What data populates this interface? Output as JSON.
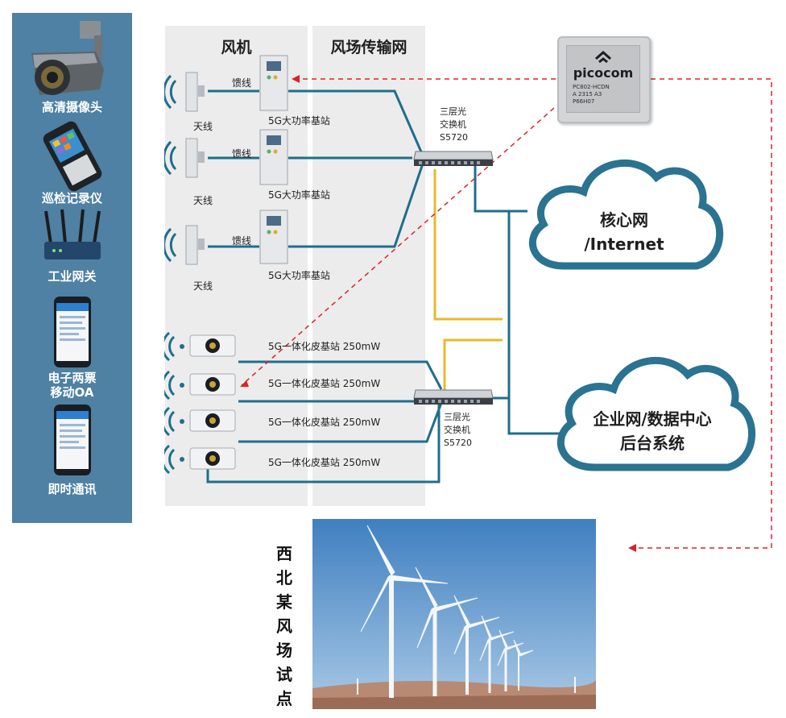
{
  "devices": [
    {
      "label": "高清摄像头",
      "icon": "camera-icon"
    },
    {
      "label": "巡检记录仪",
      "icon": "handheld-recorder-icon"
    },
    {
      "label": "工业网关",
      "icon": "router-icon"
    },
    {
      "label": "电子两票\n移动OA",
      "icon": "smartphone-icon"
    },
    {
      "label": "即时通讯",
      "icon": "smartphone-icon"
    }
  ],
  "columns": {
    "turbine": "风机",
    "transport": "风场传输网"
  },
  "macro_rows": [
    {
      "antenna": "天线",
      "feeder": "馈线",
      "station": "5G大功率基站"
    },
    {
      "antenna": "天线",
      "feeder": "馈线",
      "station": "5G大功率基站"
    },
    {
      "antenna": "天线",
      "feeder": "馈线",
      "station": "5G大功率基站"
    }
  ],
  "pico_rows": [
    {
      "station": "5G一体化皮基站 250mW"
    },
    {
      "station": "5G一体化皮基站 250mW"
    },
    {
      "station": "5G一体化皮基站 250mW"
    },
    {
      "station": "5G一体化皮基站 250mW"
    }
  ],
  "switch_top": {
    "line1": "三层光",
    "line2": "交换机",
    "line3": "S5720"
  },
  "switch_bottom": {
    "line1": "三层光",
    "line2": "交换机",
    "line3": "S5720"
  },
  "chip": {
    "brand": "picocom",
    "line1": "PC802-HCDN",
    "line2": "A 2315 A3",
    "line3": "P66H07"
  },
  "cloud_core": {
    "line1": "核心网",
    "line2": "/Internet"
  },
  "cloud_enterprise": {
    "line1": "企业网/数据中心",
    "line2": "后台系统"
  },
  "site_title": "西北某风场试点",
  "colors": {
    "panel": "#4e81a3",
    "link_blue": "#1f6e8c",
    "link_yellow": "#e8b92c",
    "dashed_red": "#d9232a",
    "cloud_stroke": "#2a7391",
    "column_bg": "#ececec"
  }
}
